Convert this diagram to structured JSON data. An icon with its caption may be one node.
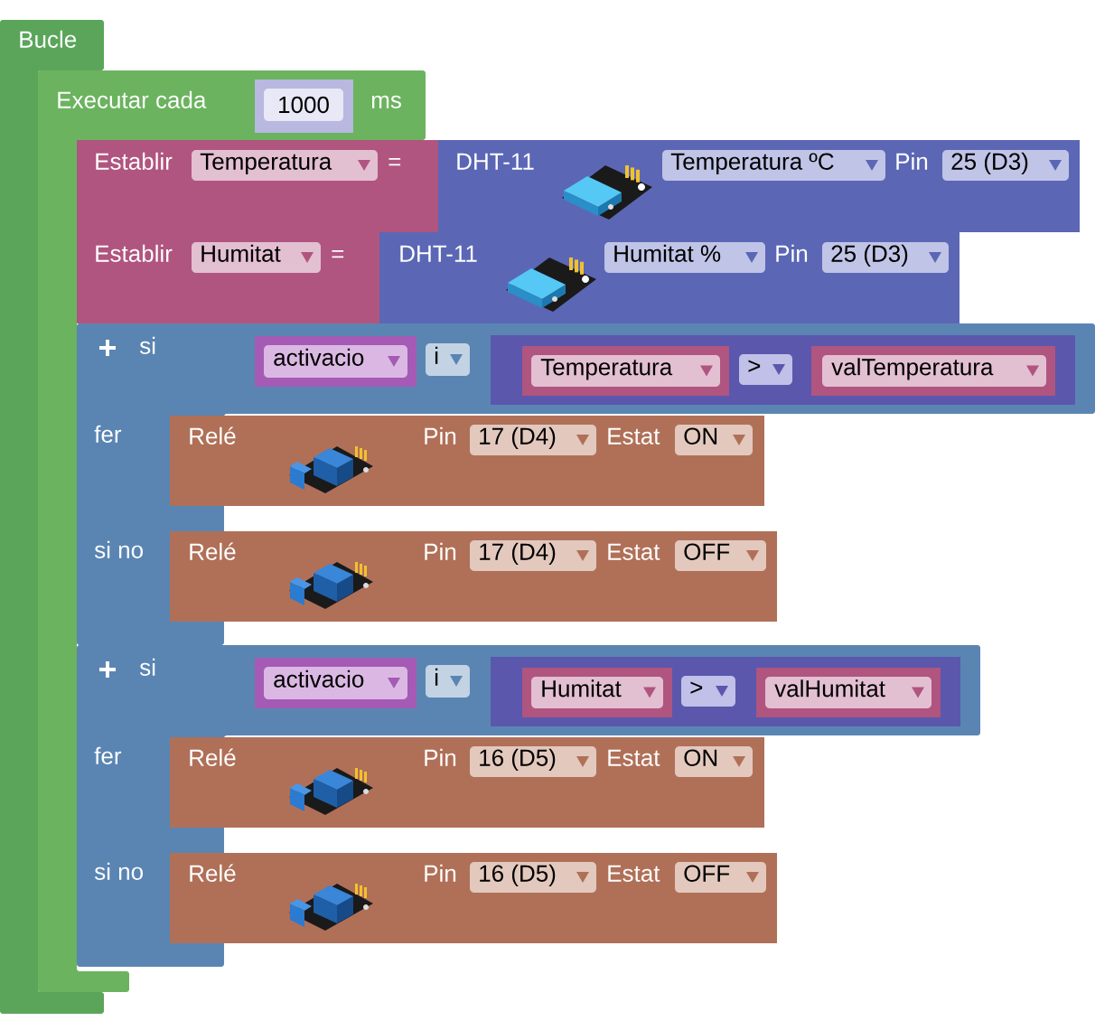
{
  "diagram": {
    "nodes": [
      {
        "text": [
          "Bucle"
        ]
      },
      {
        "text": [
          "Executar cada",
          "ms"
        ]
      },
      {
        "text": [
          "1000"
        ],
        "in": 1
      },
      {
        "text": [
          "Establir",
          "="
        ]
      },
      {
        "text": [
          "Temperatura"
        ],
        "in": 3
      },
      {
        "text": [
          "DHT-11",
          "Pin"
        ]
      },
      {
        "text": [
          "Temperatura ºC"
        ],
        "in": 5
      },
      {
        "text": [
          "25 (D3)"
        ],
        "in": 5
      },
      {
        "text": [
          "Establir",
          "="
        ]
      },
      {
        "text": [
          "Humitat"
        ],
        "in": 8
      },
      {
        "text": [
          "DHT-11",
          "Pin"
        ]
      },
      {
        "text": [
          "Humitat %"
        ],
        "in": 10
      },
      {
        "text": [
          "25 (D3)"
        ],
        "in": 10
      },
      {
        "text": [
          "si",
          "fer",
          "si no"
        ]
      },
      {
        "text": [
          "activacio"
        ],
        "in": 13
      },
      {
        "text": [
          "i"
        ],
        "in": 13
      },
      {
        "text": [],
        "shape": "box",
        "in": 13
      },
      {
        "text": [
          "Temperatura"
        ],
        "in": 16
      },
      {
        "text": [
          ">"
        ],
        "in": 16
      },
      {
        "text": [
          "valTemperatura"
        ],
        "in": 16
      },
      {
        "text": [
          "Relé",
          "Pin",
          "Estat"
        ]
      },
      {
        "text": [
          "17 (D4)"
        ],
        "in": 20
      },
      {
        "text": [
          "ON"
        ],
        "in": 20
      },
      {
        "text": [
          "Relé",
          "Pin",
          "Estat"
        ]
      },
      {
        "text": [
          "17 (D4)"
        ],
        "in": 23
      },
      {
        "text": [
          "OFF"
        ],
        "in": 23
      },
      {
        "text": [
          "si",
          "fer",
          "si no"
        ]
      },
      {
        "text": [
          "activacio"
        ],
        "in": 26
      },
      {
        "text": [
          "i"
        ],
        "in": 26
      },
      {
        "text": [],
        "shape": "box",
        "in": 26
      },
      {
        "text": [
          "Humitat"
        ],
        "in": 29
      },
      {
        "text": [
          ">"
        ],
        "in": 29
      },
      {
        "text": [
          "valHumitat"
        ],
        "in": 29
      },
      {
        "text": [
          "Relé",
          "Pin",
          "Estat"
        ]
      },
      {
        "text": [
          "16 (D5)"
        ],
        "in": 33
      },
      {
        "text": [
          "ON"
        ],
        "in": 33
      },
      {
        "text": [
          "Relé",
          "Pin",
          "Estat"
        ]
      },
      {
        "text": [
          "16 (D5)"
        ],
        "in": 36
      },
      {
        "text": [
          "OFF"
        ],
        "in": 36
      }
    ]
  }
}
